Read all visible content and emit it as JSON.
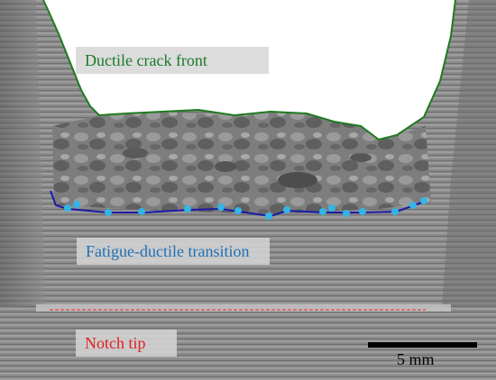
{
  "labels": {
    "crack_front": "Ductile crack front",
    "transition": "Fatigue-ductile transition",
    "notch_tip": "Notch tip",
    "scale_bar": "5 mm"
  },
  "colors": {
    "background": "#808080",
    "white_region": "#ffffff",
    "crack_front_line": "#1f7a1f",
    "crack_front_text": "#1a7a2a",
    "transition_line": "#1a1aa8",
    "transition_markers": "#33b5e5",
    "transition_text": "#1f6fb5",
    "notch_line": "#e04040",
    "notch_text": "#e02020",
    "scale_bar": "#000000"
  }
}
